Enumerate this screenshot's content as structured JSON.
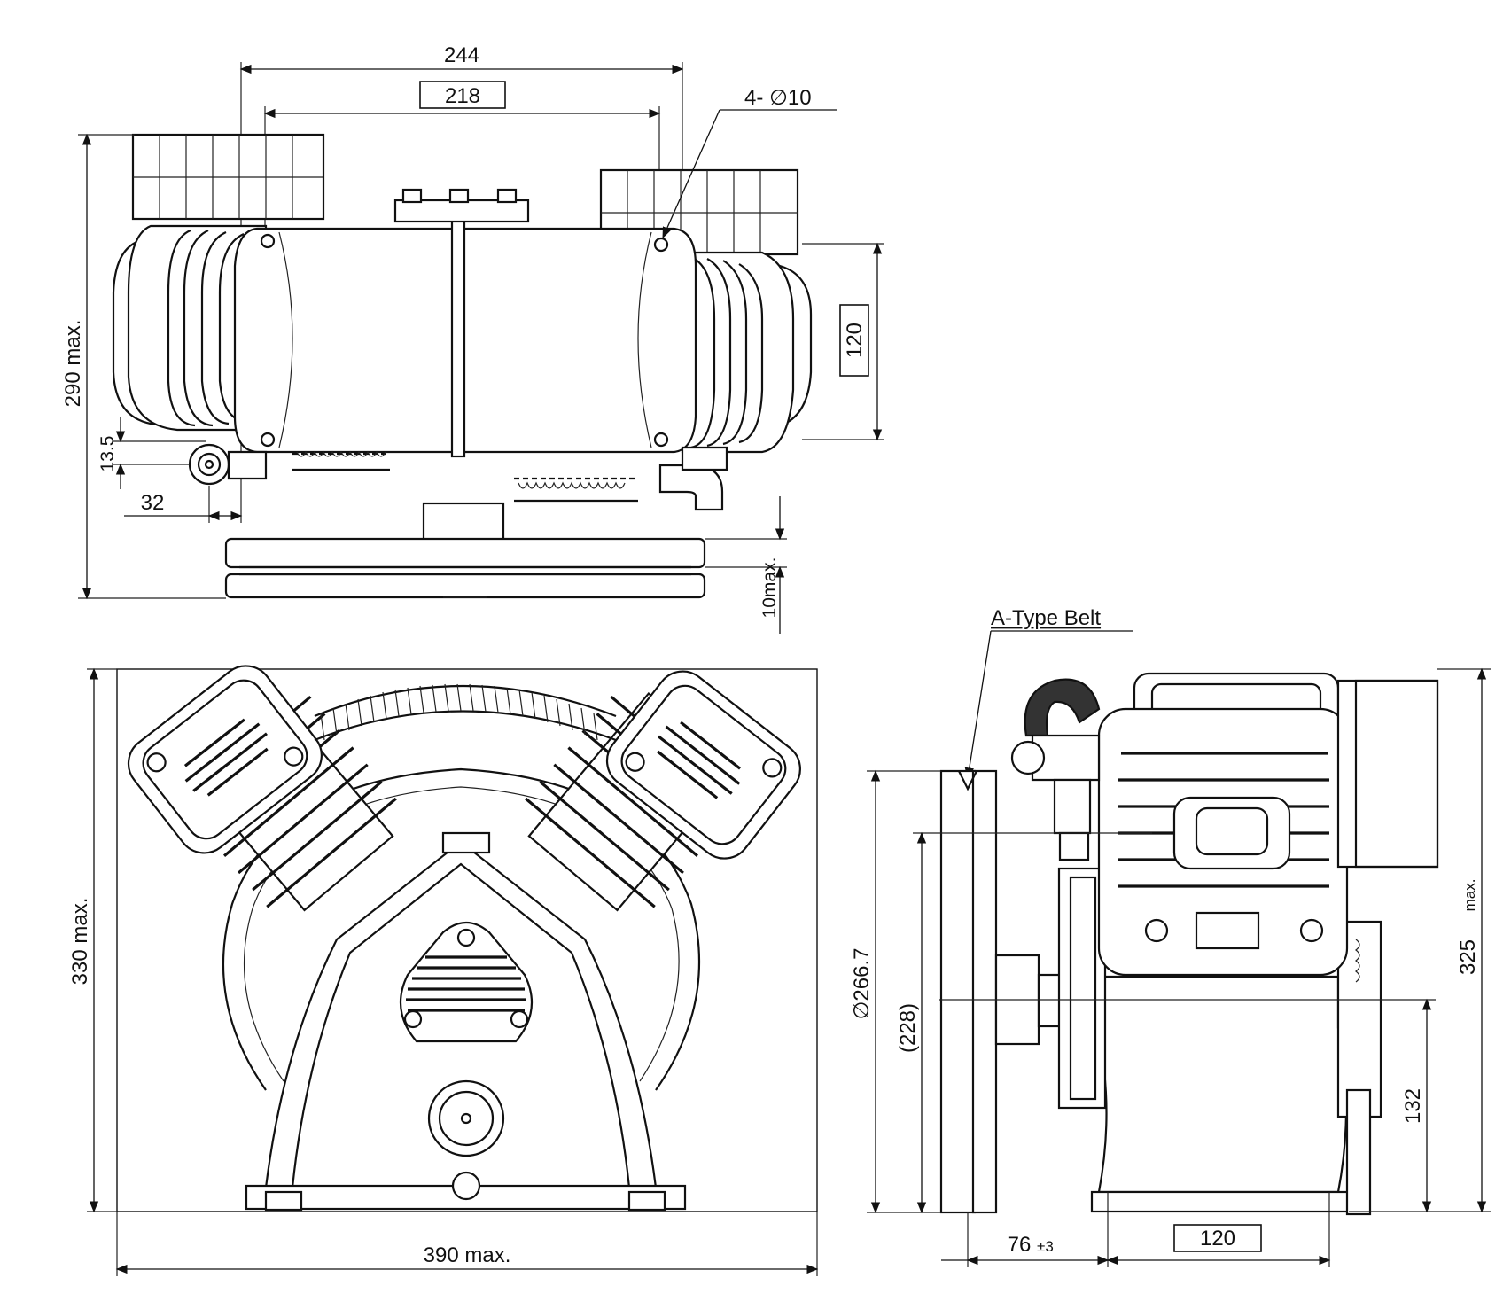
{
  "dimensions": {
    "top_width_outer": "244",
    "top_width_inner": "218",
    "hole_callout": "4- ∅10",
    "overall_height": "290 max.",
    "mount_height": "120",
    "offset_vertical": "13.5",
    "offset_horizontal": "32",
    "pulley_clearance": "10max.",
    "front_height": "330 max.",
    "front_width": "390 max.",
    "belt_label": "A-Type Belt",
    "pulley_outer_diameter": "∅266.7",
    "pulley_pitch_diameter": "(228)",
    "side_height": "325",
    "side_height_suffix": "max.",
    "shaft_height": "132",
    "pulley_offset": "76",
    "pulley_offset_tol": "±3",
    "side_mount_width": "120"
  },
  "colors": {
    "line": "#111111",
    "background": "#ffffff"
  }
}
